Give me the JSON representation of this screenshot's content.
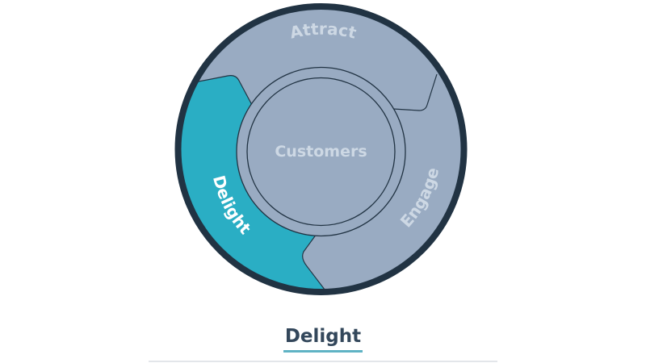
{
  "diagram": {
    "type": "flywheel",
    "center_label": "Customers",
    "segments": [
      {
        "label": "Attract",
        "active": false,
        "color": "#99abc2"
      },
      {
        "label": "Engage",
        "active": false,
        "color": "#99abc2"
      },
      {
        "label": "Delight",
        "active": true,
        "color": "#2aaec4"
      }
    ],
    "colors": {
      "outline": "#213343",
      "inactive_fill": "#99abc2",
      "active_fill": "#2aaec4",
      "inactive_text": "#cdd8e4",
      "active_text": "#ffffff"
    }
  },
  "caption": {
    "selected_label": "Delight",
    "underline_color": "#5fb3c4"
  }
}
